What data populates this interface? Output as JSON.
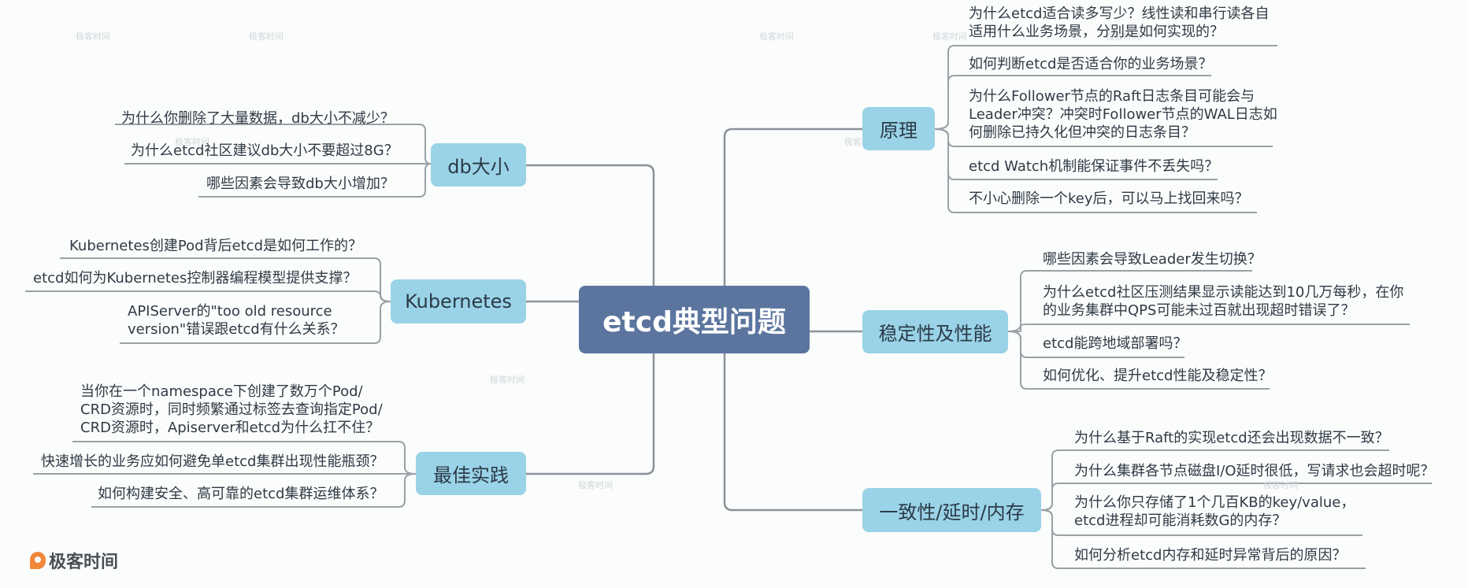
{
  "root": {
    "label": "etcd典型问题"
  },
  "left_branches": [
    {
      "label": "db大小",
      "leaves": [
        "为什么你删除了大量数据，db大小不减少？",
        "为什么etcd社区建议db大小不要超过8G？",
        "哪些因素会导致db大小增加？"
      ]
    },
    {
      "label": "Kubernetes",
      "leaves": [
        "Kubernetes创建Pod背后etcd是如何工作的？",
        "etcd如何为Kubernetes控制器编程模型提供支撑？",
        [
          "APIServer的\"too old resource",
          "version\"错误跟etcd有什么关系？"
        ]
      ]
    },
    {
      "label": "最佳实践",
      "leaves": [
        [
          "当你在一个namespace下创建了数万个Pod/",
          "CRD资源时，同时频繁通过标签去查询指定Pod/",
          "CRD资源时，Apiserver和etcd为什么扛不住？"
        ],
        "快速增长的业务应如何避免单etcd集群出现性能瓶颈？",
        "如何构建安全、高可靠的etcd集群运维体系？"
      ]
    }
  ],
  "right_branches": [
    {
      "label": "原理",
      "leaves": [
        [
          "为什么etcd适合读多写少？线性读和串行读各自",
          "适用什么业务场景，分别是如何实现的？"
        ],
        "如何判断etcd是否适合你的业务场景？",
        [
          "为什么Follower节点的Raft日志条目可能会与",
          "Leader冲突？冲突时Follower节点的WAL日志如",
          "何删除已持久化但冲突的日志条目？"
        ],
        "etcd Watch机制能保证事件不丢失吗？",
        "不小心删除一个key后，可以马上找回来吗？"
      ]
    },
    {
      "label": "稳定性及性能",
      "leaves": [
        "哪些因素会导致Leader发生切换？",
        [
          "为什么etcd社区压测结果显示读能达到10几万每秒，在你",
          "的业务集群中QPS可能未过百就出现超时错误了？"
        ],
        "etcd能跨地域部署吗？",
        "如何优化、提升etcd性能及稳定性？"
      ]
    },
    {
      "label": "一致性/延时/内存",
      "leaves": [
        "为什么基于Raft的实现etcd还会出现数据不一致？",
        "为什么集群各节点磁盘I/O延时很低，写请求也会超时呢？",
        [
          "为什么你只存储了1个几百KB的key/value，",
          "etcd进程却可能消耗数G的内存？"
        ],
        "如何分析etcd内存和延时异常背后的原因？"
      ]
    }
  ],
  "watermark": "极客时间",
  "logo_text": "极客时间",
  "colors": {
    "root_bg": "#5b759e",
    "branch_bg": "#9ad3e7",
    "line": "#8a9298",
    "logo": "#f0883a"
  }
}
